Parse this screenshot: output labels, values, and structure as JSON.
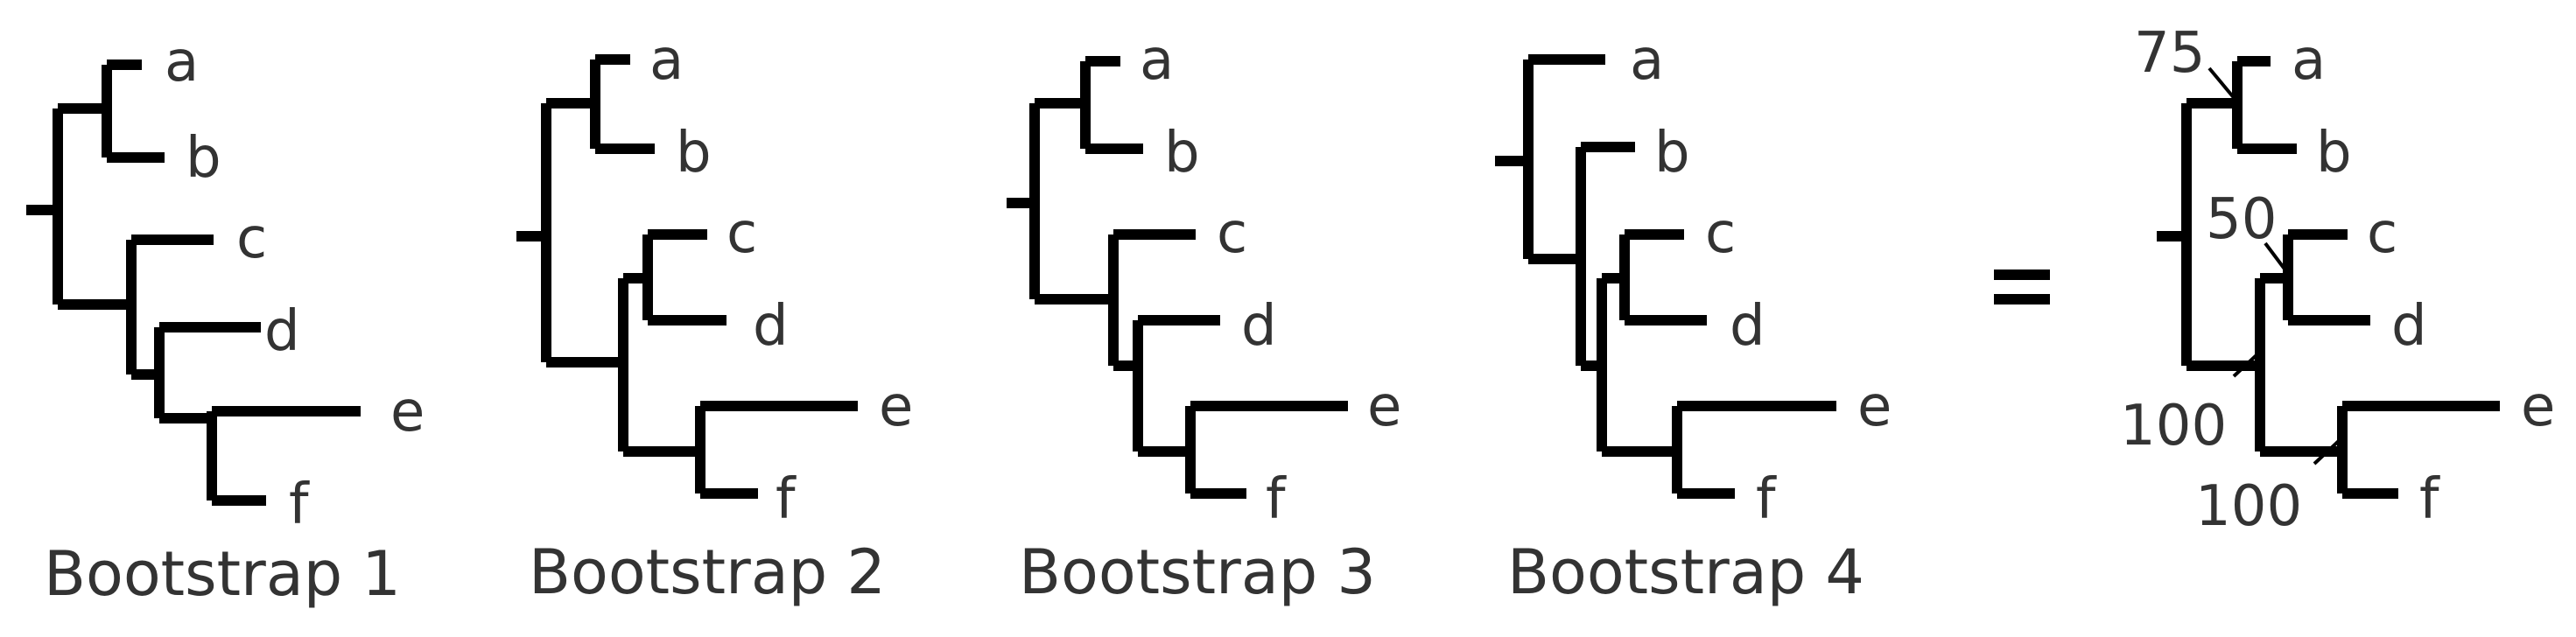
{
  "trees": [
    {
      "caption": "Bootstrap 1",
      "leaves": [
        "a",
        "b",
        "c",
        "d",
        "e",
        "f"
      ]
    },
    {
      "caption": "Bootstrap 2",
      "leaves": [
        "a",
        "b",
        "c",
        "d",
        "e",
        "f"
      ]
    },
    {
      "caption": "Bootstrap 3",
      "leaves": [
        "a",
        "b",
        "c",
        "d",
        "e",
        "f"
      ]
    },
    {
      "caption": "Bootstrap 4",
      "leaves": [
        "a",
        "b",
        "c",
        "d",
        "e",
        "f"
      ]
    }
  ],
  "equals": "=",
  "consensus": {
    "leaves": [
      "a",
      "b",
      "c",
      "d",
      "e",
      "f"
    ],
    "support": [
      "75",
      "50",
      "100",
      "100"
    ]
  }
}
